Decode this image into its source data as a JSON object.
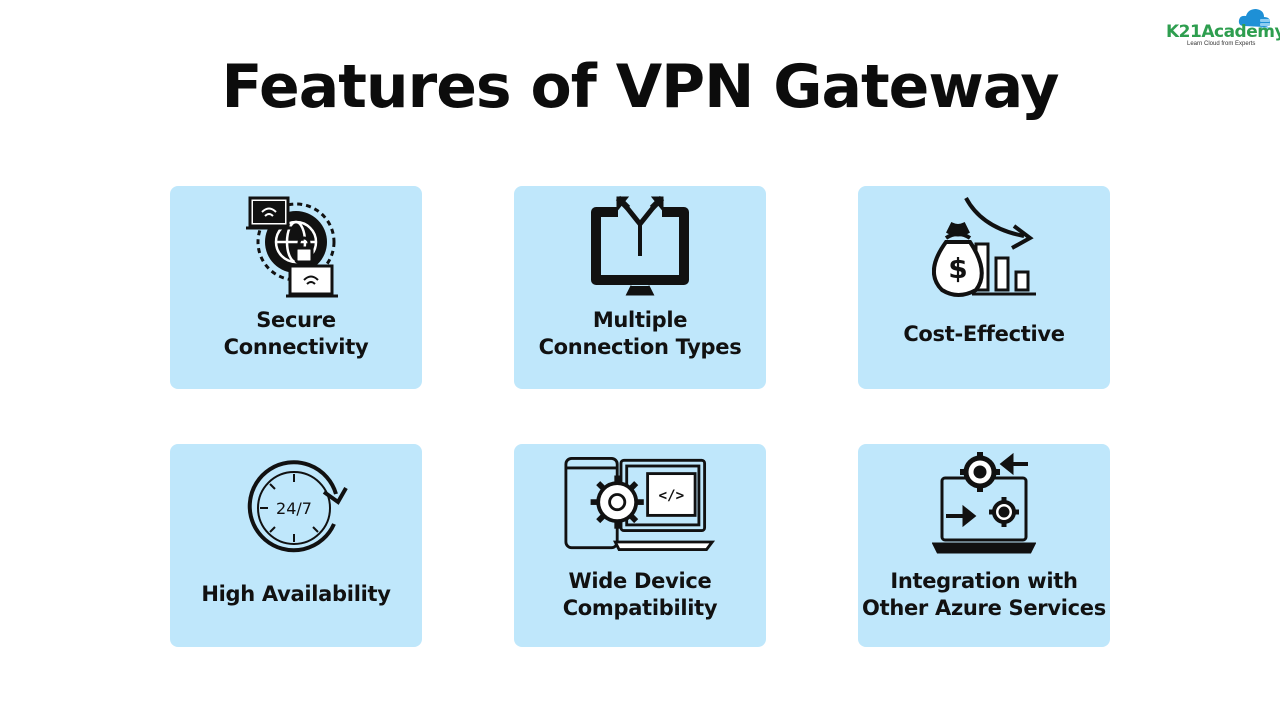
{
  "brand": {
    "name": "K21Academy",
    "tagline": "Learn Cloud from Experts",
    "color": "#2e9e4f",
    "cloud_color": "#1e90d6"
  },
  "title": "Features of VPN Gateway",
  "card_color": "#bfe7fb",
  "cards": [
    {
      "icon": "secure-network-lock-icon",
      "lines": [
        "Secure",
        "Connectivity"
      ]
    },
    {
      "icon": "monitor-connection-arrows-icon",
      "lines": [
        "Multiple",
        "Connection Types"
      ]
    },
    {
      "icon": "money-bag-declining-chart-icon",
      "lines": [
        "Cost-Effective"
      ]
    },
    {
      "icon": "clock-24-7-icon",
      "lines": [
        "High Availability"
      ]
    },
    {
      "icon": "devices-gear-code-icon",
      "lines": [
        "Wide Device",
        "Compatibility"
      ]
    },
    {
      "icon": "laptop-gears-arrows-icon",
      "lines": [
        "Integration with",
        "Other Azure Services"
      ]
    }
  ]
}
